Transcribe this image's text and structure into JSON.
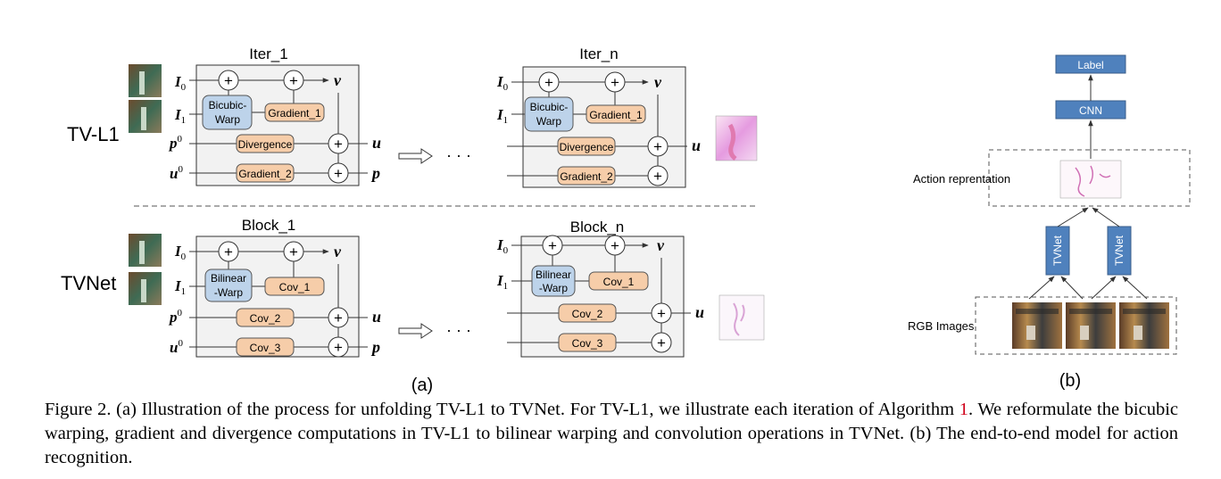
{
  "panel_a": {
    "label": "(a)",
    "row_top": {
      "name": "TV-L1",
      "blocks": [
        {
          "title": "Iter_1",
          "warp": [
            "Bicubic-",
            "Warp"
          ],
          "grad1": "Gradient_1",
          "div": "Divergence",
          "grad2": "Gradient_2"
        },
        {
          "title": "Iter_n",
          "warp": [
            "Bicubic-",
            "Warp"
          ],
          "grad1": "Gradient_1",
          "div": "Divergence",
          "grad2": "Gradient_2"
        }
      ]
    },
    "row_bottom": {
      "name": "TVNet",
      "blocks": [
        {
          "title": "Block_1",
          "warp": [
            "Bilinear",
            "-Warp"
          ],
          "grad1": "Cov_1",
          "div": "Cov_2",
          "grad2": "Cov_3"
        },
        {
          "title": "Block_n",
          "warp": [
            "Bilinear",
            "-Warp"
          ],
          "grad1": "Cov_1",
          "div": "Cov_2",
          "grad2": "Cov_3"
        }
      ]
    },
    "ellipsis": "· · ·"
  },
  "panel_b": {
    "label": "(b)",
    "label_box": "Label",
    "cnn_box": "CNN",
    "action_rep": "Action reprentation",
    "tvnet_left": "TVNet",
    "tvnet_right": "TVNet",
    "rgb_images": "RGB Images"
  },
  "caption": {
    "before_ref": "Figure 2. (a) Illustration of the process for unfolding TV-L1 to TVNet. For TV-L1, we illustrate each iteration of Algorithm ",
    "ref": "1",
    "after_ref": ". We reformulate the bicubic warping, gradient and divergence computations in TV-L1 to bilinear warping and convolution operations in TVNet. (b) The end-to-end model for action recognition."
  },
  "colors": {
    "warp_fill": "#bdd3ea",
    "op_fill": "#f6cda9",
    "tvnet_fill": "#4f81bd",
    "block_fill": "#f2f2f2"
  }
}
